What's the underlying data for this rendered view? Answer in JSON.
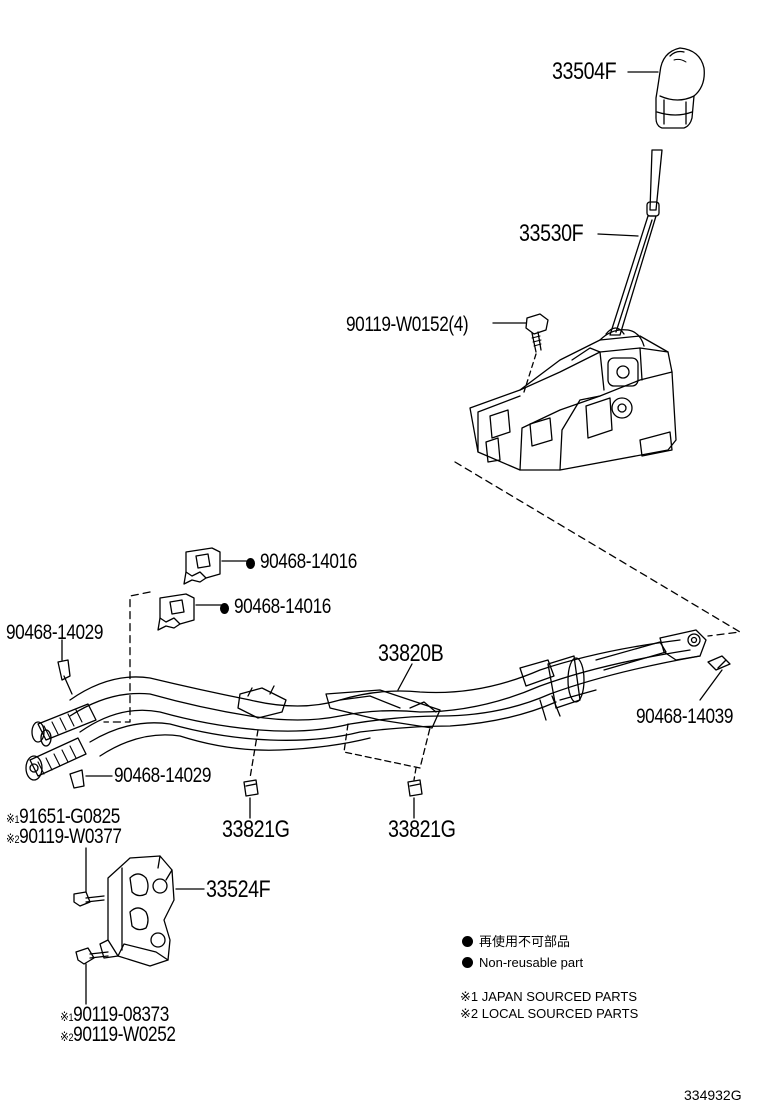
{
  "labels": {
    "knob": "33504F",
    "lever": "33530F",
    "bolt_shift": "90119-W0152(4)",
    "clip_top1": "90468-14016",
    "clip_top2": "90468-14016",
    "clip_left": "90468-14029",
    "clip_right": "90468-14039",
    "cable": "33820B",
    "clip_bottom": "90468-14029",
    "grommet_left": "33821G",
    "grommet_right": "33821G",
    "bracket": "33524F",
    "bolt_a1": "91651-G0825",
    "bolt_a2": "90119-W0377",
    "bolt_b1": "90119-08373",
    "bolt_b2": "90119-W0252",
    "note_mark": "※",
    "note_1": "1",
    "note_2": "2"
  },
  "legend": {
    "nonreuse_jp": "再使用不可部品",
    "nonreuse_en": "Non-reusable part",
    "japan": "※1 JAPAN SOURCED PARTS",
    "local": "※2 LOCAL SOURCED PARTS"
  },
  "figure_id": "334932G"
}
